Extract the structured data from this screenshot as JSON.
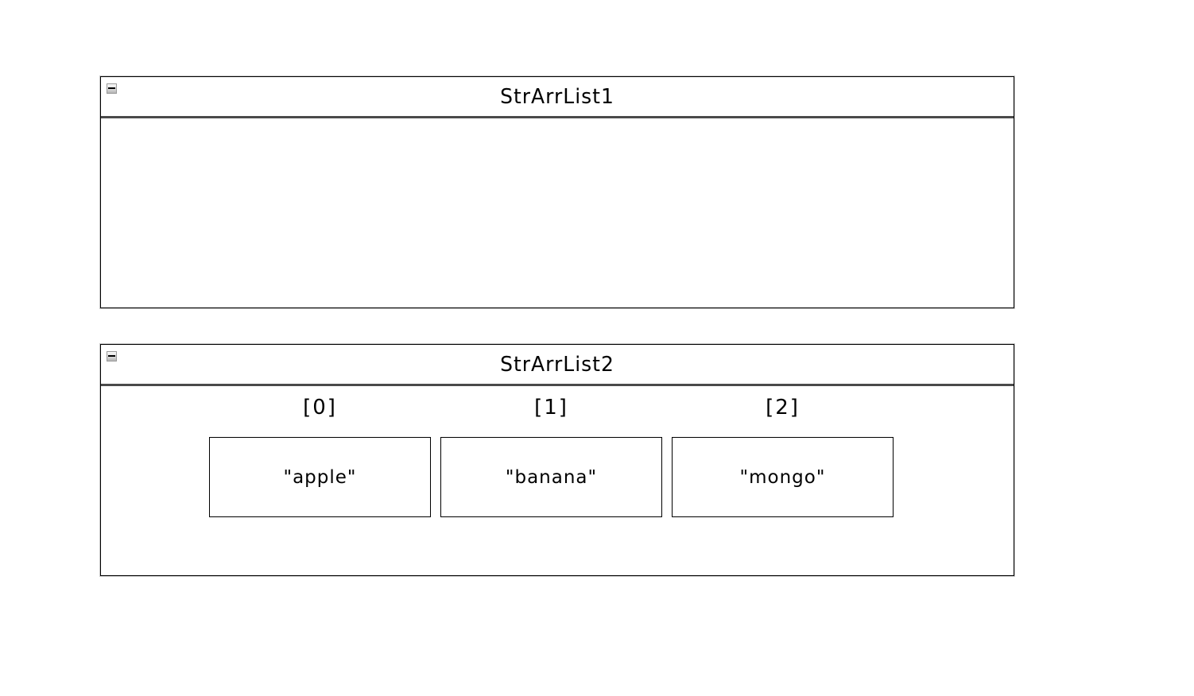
{
  "panels": [
    {
      "title": "StrArrList1",
      "minimize_icon": "minus-icon",
      "cells": []
    },
    {
      "title": "StrArrList2",
      "minimize_icon": "minus-icon",
      "cells": [
        {
          "index_label": "[0]",
          "value": "\"apple\""
        },
        {
          "index_label": "[1]",
          "value": "\"banana\""
        },
        {
          "index_label": "[2]",
          "value": "\"mongo\""
        }
      ]
    }
  ],
  "colors": {
    "background": "#ffffff",
    "panel_border": "#000000",
    "panel_outer_edge": "#c9c9c9",
    "titlebar_separator": "#4a4a4a",
    "button_border": "#9a9a9a",
    "button_face_top": "#f8f8f8",
    "button_face_bottom": "#b4b4b4",
    "text": "#000000"
  }
}
